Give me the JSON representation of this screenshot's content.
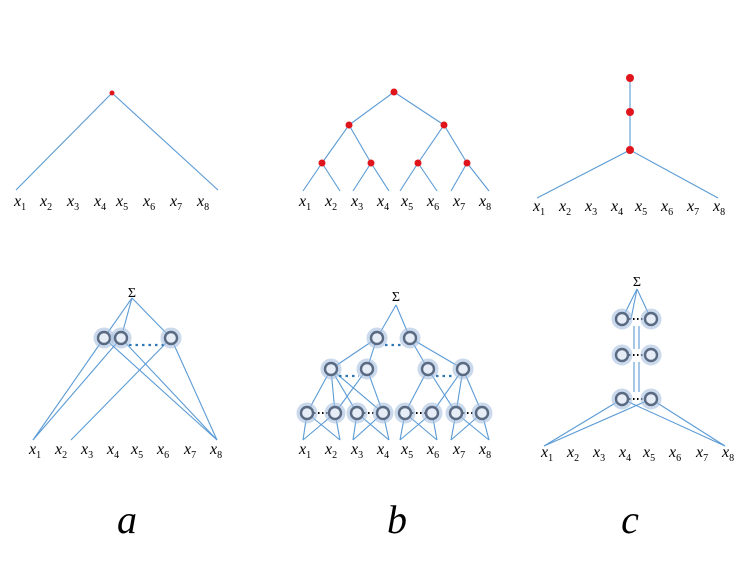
{
  "variables": [
    "x1",
    "x2",
    "x3",
    "x4",
    "x5",
    "x6",
    "x7",
    "x8"
  ],
  "var_parts": [
    {
      "base": "x",
      "sub": "1"
    },
    {
      "base": "x",
      "sub": "2"
    },
    {
      "base": "x",
      "sub": "3"
    },
    {
      "base": "x",
      "sub": "4"
    },
    {
      "base": "x",
      "sub": "5"
    },
    {
      "base": "x",
      "sub": "6"
    },
    {
      "base": "x",
      "sub": "7"
    },
    {
      "base": "x",
      "sub": "8"
    }
  ],
  "sum_symbol": "Σ",
  "panels": [
    {
      "id": "a",
      "label": "a"
    },
    {
      "id": "b",
      "label": "b"
    },
    {
      "id": "c",
      "label": "c"
    }
  ],
  "colors": {
    "edge": "#5b9bd5",
    "node_red": "#e0141b",
    "ring_stroke": "#5a6a82",
    "dots_blue": "#2e75b6",
    "dots_black": "#000000"
  }
}
